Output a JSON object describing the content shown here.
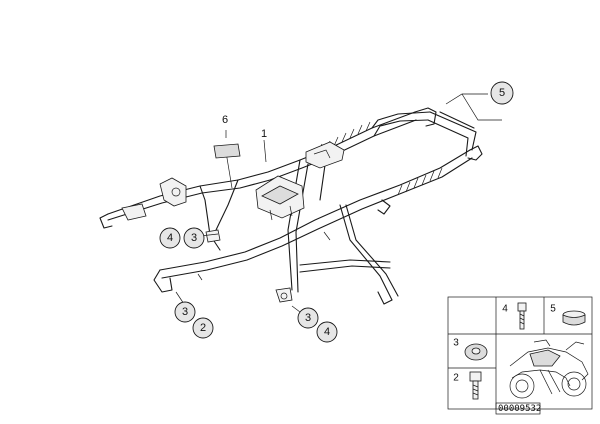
{
  "diagram": {
    "callouts": {
      "main_1": "1",
      "main_6": "6",
      "main_5": "5",
      "left_4": "4",
      "left_3": "3",
      "front_3": "3",
      "front_2": "2",
      "rear_3": "3",
      "rear_4": "4"
    },
    "legend": {
      "cell_4": "4",
      "cell_5": "5",
      "cell_3": "3",
      "cell_2": "2"
    },
    "diagram_id": "00009532"
  }
}
